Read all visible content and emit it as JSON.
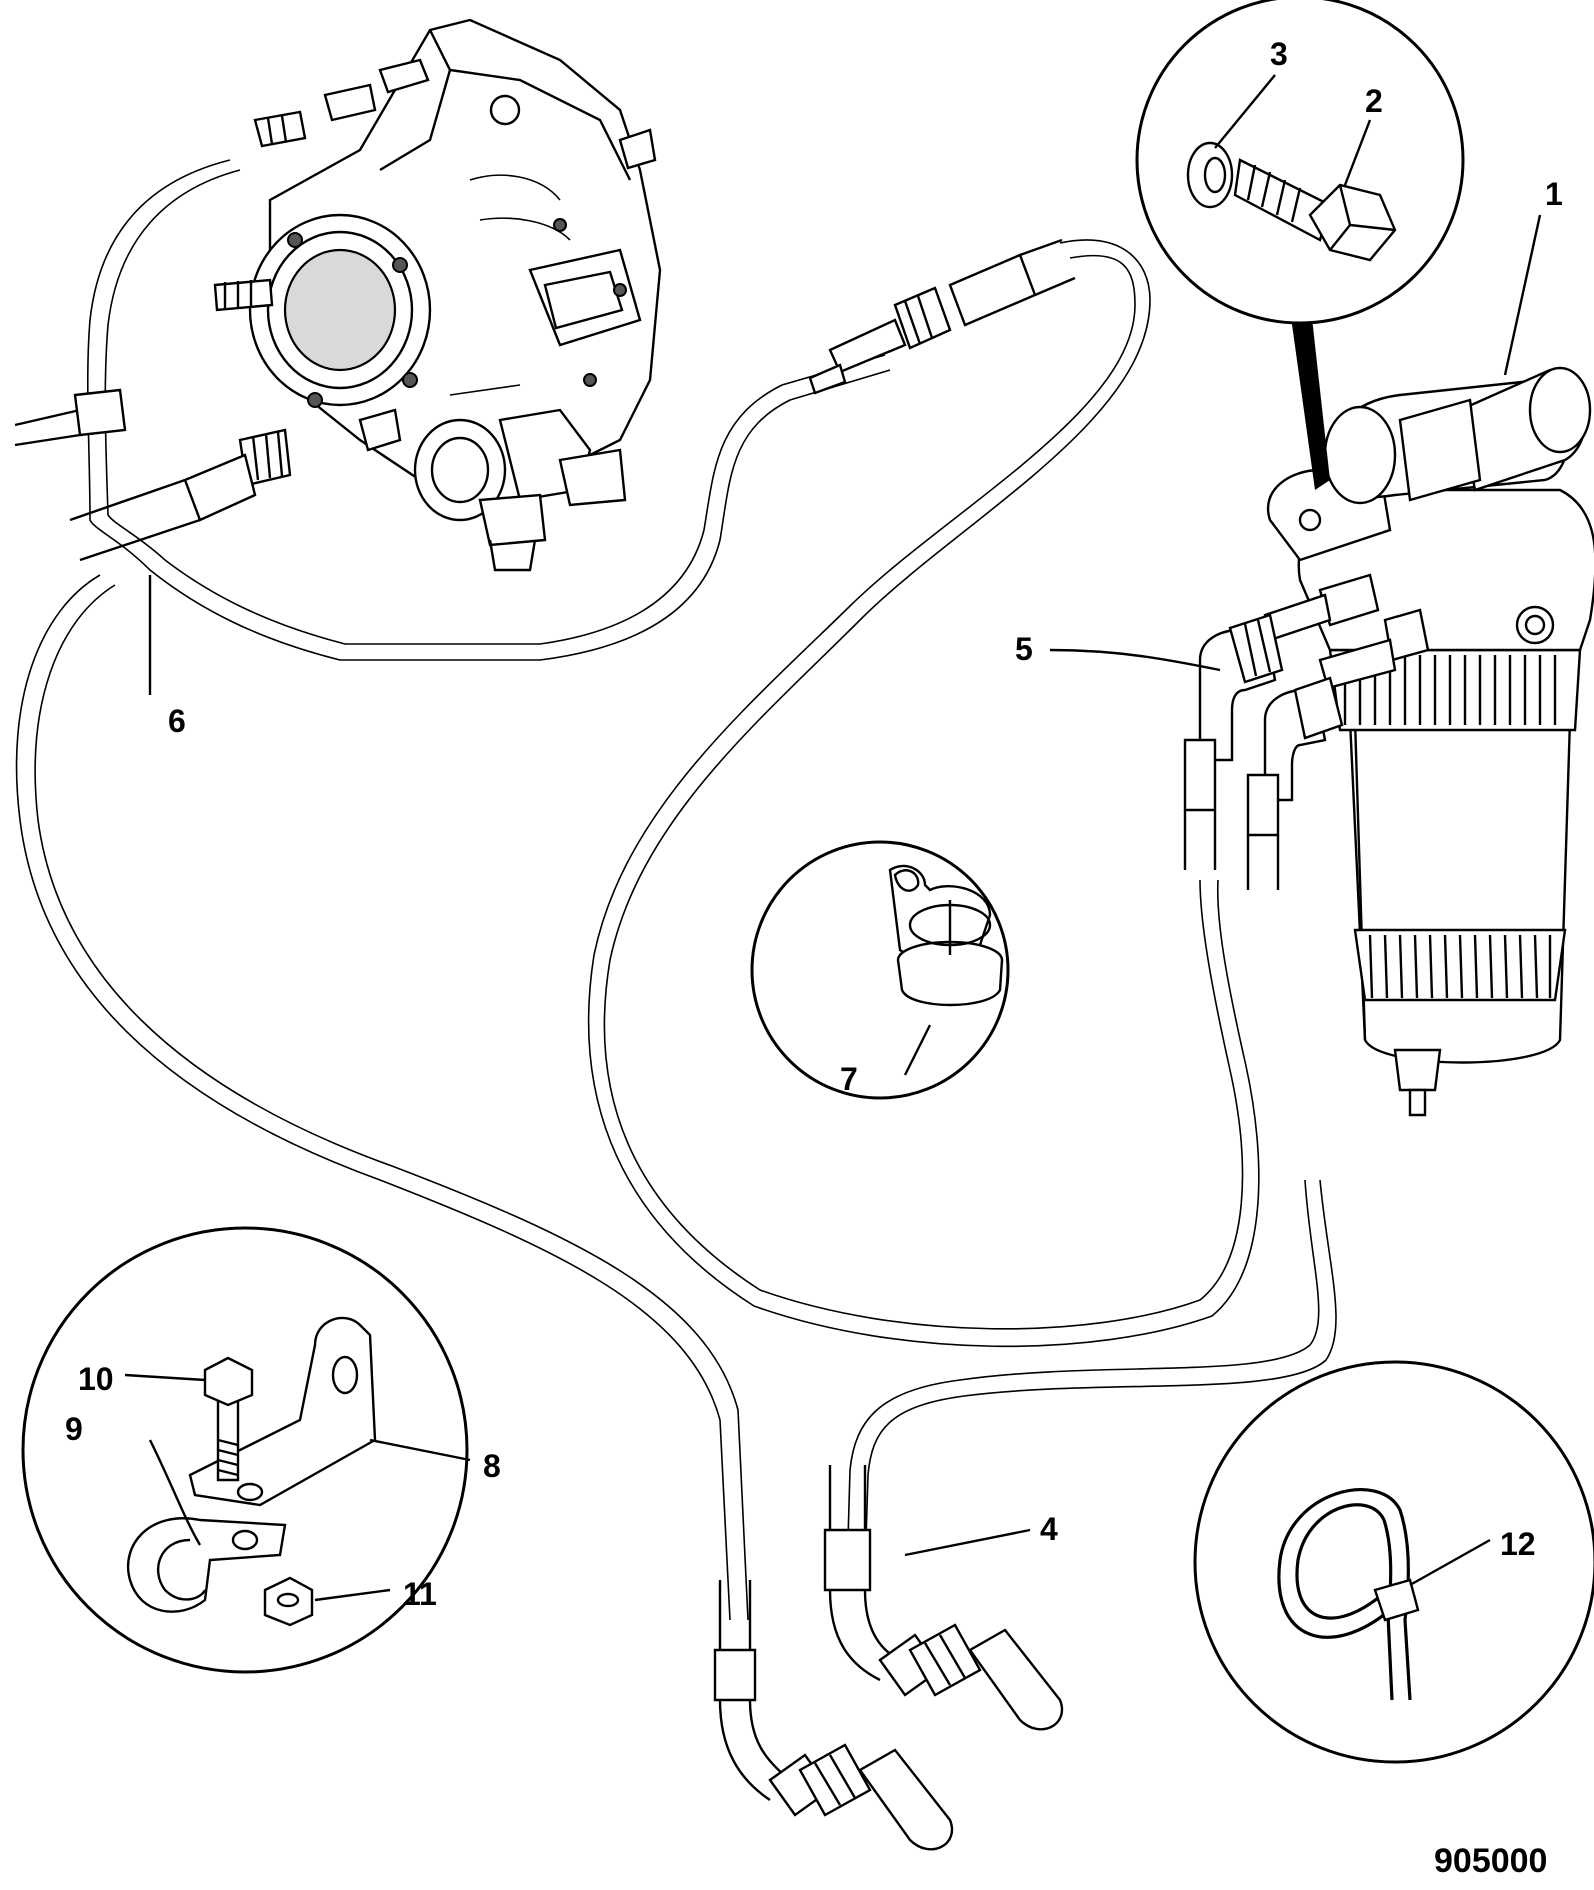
{
  "figure_number": "905000",
  "callouts": [
    {
      "id": "callout-1",
      "text": "1"
    },
    {
      "id": "callout-2",
      "text": "2"
    },
    {
      "id": "callout-3",
      "text": "3"
    },
    {
      "id": "callout-4",
      "text": "4"
    },
    {
      "id": "callout-5",
      "text": "5"
    },
    {
      "id": "callout-6",
      "text": "6"
    },
    {
      "id": "callout-7",
      "text": "7"
    },
    {
      "id": "callout-8",
      "text": "8"
    },
    {
      "id": "callout-9",
      "text": "9"
    },
    {
      "id": "callout-10",
      "text": "10"
    },
    {
      "id": "callout-11",
      "text": "11"
    },
    {
      "id": "callout-12",
      "text": "12"
    }
  ],
  "parts": {
    "fuel_pump": "fuel-injection-pump-icon",
    "fuel_filter": "fuel-filter-assembly-icon",
    "bolt_washer_detail": "bolt-and-washer-detail-icon",
    "grommet_detail": "grommet-detail-icon",
    "bracket_clamp_detail": "bracket-clamp-detail-icon",
    "cable_tie_detail": "cable-tie-detail-icon"
  }
}
